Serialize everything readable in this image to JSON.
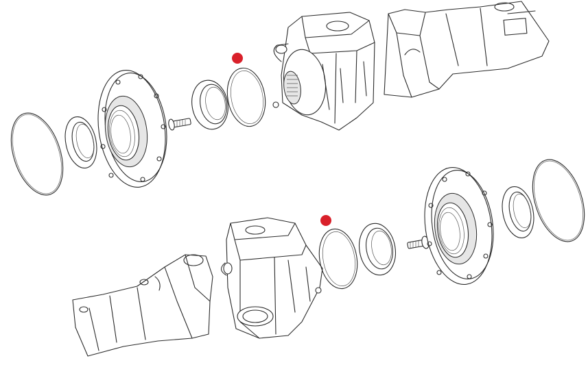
{
  "diagram": {
    "type": "exploded-view",
    "assemblies": [
      {
        "side": "upper",
        "parts": [
          "gasket-ring",
          "seal",
          "hub-flange",
          "stud-bolt",
          "bearing-cup",
          "snap-ring",
          "knuckle",
          "axle-housing"
        ],
        "highlighted_part": "snap-ring"
      },
      {
        "side": "lower",
        "parts": [
          "axle-housing",
          "knuckle",
          "snap-ring",
          "bearing-cup",
          "stud-bolt",
          "hub-flange",
          "seal",
          "gasket-ring"
        ],
        "highlighted_part": "snap-ring"
      }
    ],
    "colors": {
      "line": "#2a2a2a",
      "marker": "#d9202a",
      "background": "#ffffff"
    }
  }
}
